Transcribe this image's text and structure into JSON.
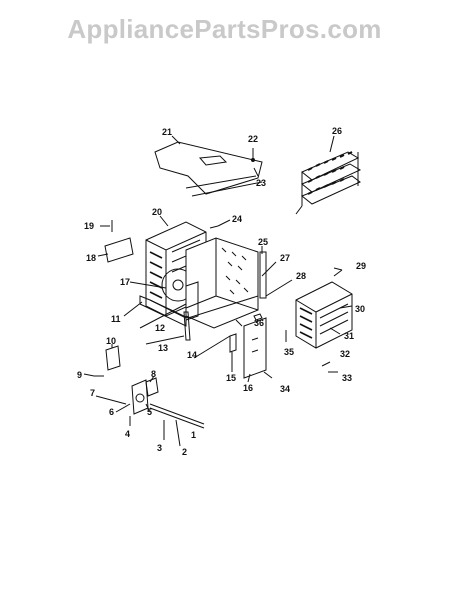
{
  "watermark": "AppliancePartsPros.com",
  "part_numbers": [
    "1",
    "2",
    "3",
    "4",
    "5",
    "6",
    "7",
    "8",
    "9",
    "10",
    "11",
    "12",
    "13",
    "14",
    "15",
    "16",
    "17",
    "18",
    "19",
    "20",
    "21",
    "22",
    "23",
    "24",
    "25",
    "26",
    "27",
    "28",
    "29",
    "30",
    "31",
    "32",
    "33",
    "34",
    "35",
    "36"
  ],
  "labels": {
    "p1": "1",
    "p2": "2",
    "p3": "3",
    "p4": "4",
    "p5": "5",
    "p6": "6",
    "p7": "7",
    "p8": "8",
    "p9": "9",
    "p10": "10",
    "p11": "11",
    "p12": "12",
    "p13": "13",
    "p14": "14",
    "p15": "15",
    "p16": "16",
    "p17": "17",
    "p18": "18",
    "p19": "19",
    "p20": "20",
    "p21": "21",
    "p22": "22",
    "p23": "23",
    "p24": "24",
    "p25": "25",
    "p26": "26",
    "p27": "27",
    "p28": "28",
    "p29": "29",
    "p30": "30",
    "p31": "31",
    "p32": "32",
    "p33": "33",
    "p34": "34",
    "p35": "35",
    "p36": "36"
  }
}
